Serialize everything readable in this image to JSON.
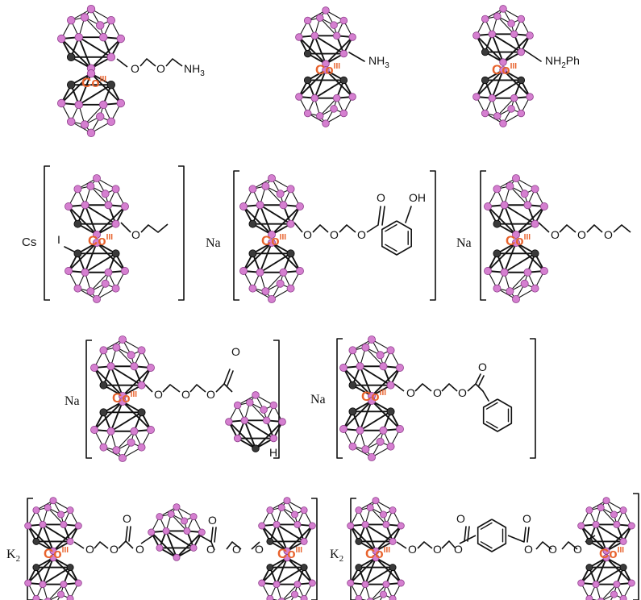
{
  "colors": {
    "boron": "#d57fd0",
    "boron_stroke": "#8e3d8b",
    "carbon": "#3a3a3a",
    "cobalt_label": "#e8622c",
    "bond": "#111111"
  },
  "cobalt": {
    "symbol": "Co",
    "oxidation": "III"
  },
  "structures": [
    {
      "id": "s1",
      "substituent": "NH",
      "sub_index": "3",
      "atoms": [
        "O",
        "O"
      ]
    },
    {
      "id": "s2",
      "substituent": "NH",
      "sub_index": "3"
    },
    {
      "id": "s3",
      "substituent": "NH",
      "sub_index": "2",
      "substituent_tail": "Ph"
    },
    {
      "id": "s4",
      "counterion": "Cs",
      "halogen": "I",
      "atoms": [
        "O"
      ]
    },
    {
      "id": "s5",
      "counterion": "Na",
      "atoms": [
        "O",
        "O",
        "O",
        "O"
      ],
      "hydroxyl": "OH"
    },
    {
      "id": "s6",
      "counterion": "Na",
      "atoms": [
        "O",
        "O",
        "O"
      ]
    },
    {
      "id": "s7",
      "counterion": "Na",
      "atoms": [
        "O",
        "O",
        "O",
        "O"
      ],
      "hydrogen": "H"
    },
    {
      "id": "s8",
      "counterion": "Na",
      "atoms": [
        "O",
        "O",
        "O",
        "O"
      ]
    },
    {
      "id": "s9",
      "counterion": "K",
      "counterion_index": "2",
      "atoms": [
        "O",
        "O",
        "O",
        "O",
        "O",
        "O",
        "O",
        "O"
      ]
    },
    {
      "id": "s10",
      "counterion": "K",
      "counterion_index": "2",
      "atoms": [
        "O",
        "O",
        "O",
        "O",
        "O",
        "O",
        "O",
        "O"
      ]
    }
  ]
}
